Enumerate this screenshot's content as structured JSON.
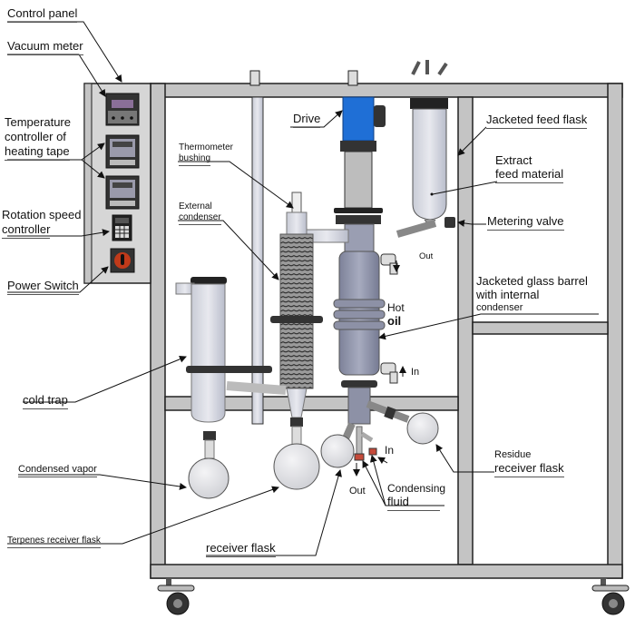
{
  "diagram": {
    "title": "Short path molecular distillation system",
    "colors": {
      "frame": "#c4c4c4",
      "frame_outline": "#222222",
      "panel": "#d6d6d6",
      "drive": "#1f6fd6",
      "glass": "#8f95ad",
      "switch": "#c03a1a",
      "display": "#8a6f98"
    },
    "labels": {
      "control_panel": "Control panel",
      "vacuum_meter": "Vacuum meter",
      "temp_controller_line1": "Temperature",
      "temp_controller_line2": "controller of",
      "temp_controller_line3": "heating tape",
      "rotation_line1": "Rotation speed",
      "rotation_line2": "controller",
      "power_switch": "Power Switch",
      "drive": "Drive",
      "thermometer_line1": "Thermometer",
      "thermometer_line2": "bushing",
      "external_condenser_line1": "External",
      "external_condenser_line2": "condenser",
      "jacketed_feed_flask": "Jacketed feed flask",
      "extract_line1": "Extract",
      "extract_line2": "feed material",
      "metering_valve": "Metering valve",
      "out_top": "Out",
      "barrel_line1": "Jacketed glass barrel",
      "barrel_line2": "with internal",
      "barrel_line3": "condenser",
      "hot": "Hot",
      "oil": "oil",
      "in_oil": "In",
      "cold_trap": "cold trap",
      "condensed_vapor": "Condensed vapor",
      "terpenes_receiver": "Terpenes receiver flask",
      "receiver_flask": "receiver flask",
      "residue_line1": "Residue",
      "residue_line2": "receiver flask",
      "in_fluid": "In",
      "out_fluid": "Out",
      "condensing_line1": "Condensing",
      "condensing_line2": "fluid"
    }
  }
}
